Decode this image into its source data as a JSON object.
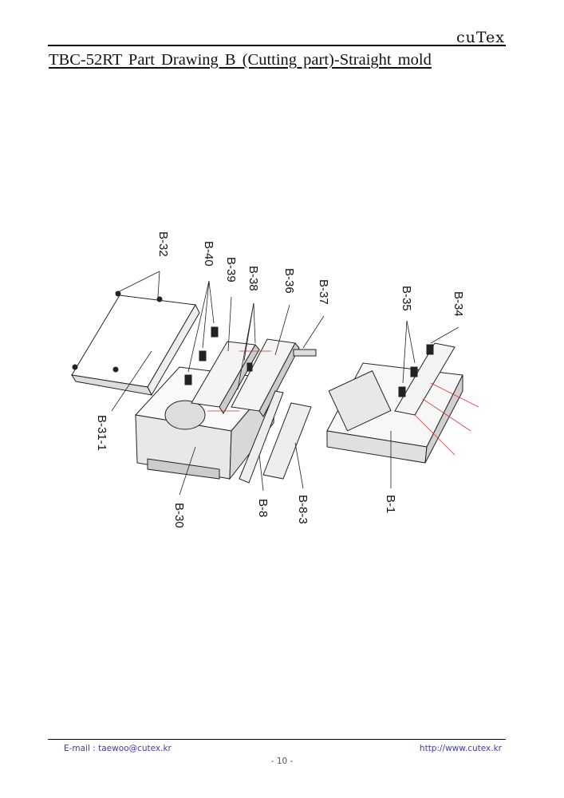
{
  "header": {
    "logo": "cuTex"
  },
  "title": "TBC-52RT Part Drawing B (Cutting part)-Straight mold",
  "diagram": {
    "labels": [
      "B-32",
      "B-40",
      "B-39",
      "B-38",
      "B-36",
      "B-37",
      "B-35",
      "B-34",
      "B-31-1",
      "B-30",
      "B-8",
      "B-8-3",
      "B-1"
    ]
  },
  "footer": {
    "email": "E-mail : taewoo@cutex.kr",
    "url": "http://www.cutex.kr",
    "page": "- 10 -"
  }
}
